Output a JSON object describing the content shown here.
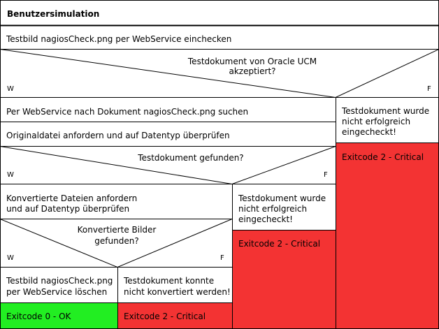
{
  "diagram": {
    "title": "Benutzersimulation",
    "step_checkin": "Testbild nagiosCheck.png per WebService einchecken",
    "decision_accepted": {
      "line1": "Testdokument von Oracle UCM",
      "line2": "akzeptiert?",
      "yes_label": "W",
      "no_label": "F"
    },
    "step_search": "Per WebService nach Dokument nagiosCheck.png suchen",
    "step_original": "Originaldatei anfordern und auf Datentyp überprüfen",
    "decision_found": {
      "line1": "Testdokument gefunden?",
      "yes_label": "W",
      "no_label": "F"
    },
    "step_converted": {
      "line1": "Konvertierte Dateien anfordern",
      "line2": "und auf Datentyp überprüfen"
    },
    "decision_images": {
      "line1": "Konvertierte Bilder",
      "line2": "gefunden?",
      "yes_label": "W",
      "no_label": "F"
    },
    "step_delete": {
      "line1": "Testbild nagiosCheck.png",
      "line2": "per WebService löschen"
    },
    "msg_not_converted": {
      "line1": "Testdokument konnte",
      "line2": "nicht konvertiert werden!"
    },
    "msg_not_checked_in_outer": {
      "line1": "Testdokument wurde",
      "line2": "nicht erfolgreich",
      "line3": "eingecheckt!"
    },
    "msg_not_checked_in_inner": {
      "line1": "Testdokument wurde",
      "line2": "nicht erfolgreich",
      "line3": "eingecheckt!"
    },
    "exit_ok": "Exitcode 0 - OK",
    "exit_critical_outer": "Exitcode 2 - Critical",
    "exit_critical_inner": "Exitcode 2 - Critical",
    "exit_critical_bottom": "Exitcode 2 - Critical",
    "colors": {
      "ok": "#22ee22",
      "critical": "#f33333",
      "line": "#000000",
      "background": "#ffffff"
    }
  }
}
